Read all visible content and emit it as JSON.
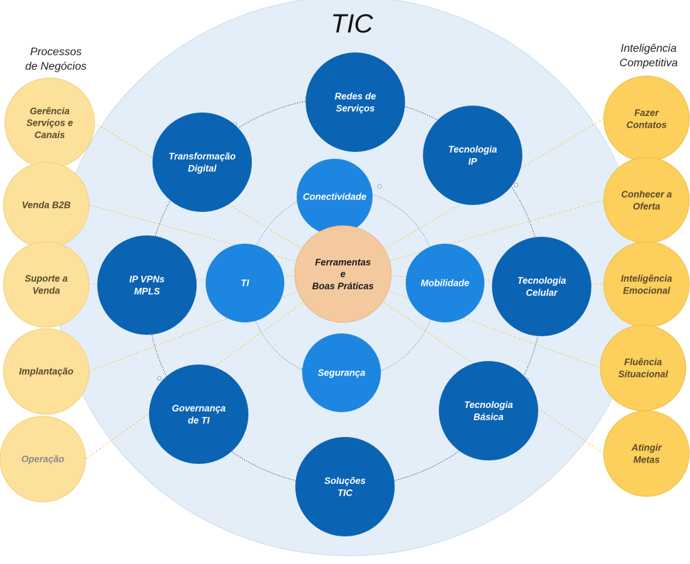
{
  "title": "TIC",
  "groups": {
    "left_label": [
      "Processos",
      "de Negócios"
    ],
    "right_label": [
      "Inteligência",
      "Competitiva"
    ]
  },
  "center": {
    "lines": [
      "Ferramentas",
      "e",
      "Boas Práticas"
    ]
  },
  "inner_ring": [
    {
      "id": "conectividade",
      "lines": [
        "Conectividade"
      ]
    },
    {
      "id": "mobilidade",
      "lines": [
        "Mobilidade"
      ]
    },
    {
      "id": "seguranca",
      "lines": [
        "Segurança"
      ]
    },
    {
      "id": "ti",
      "lines": [
        "TI"
      ]
    }
  ],
  "outer_ring": [
    {
      "id": "redes-de-servicos",
      "lines": [
        "Redes de",
        "Serviços"
      ]
    },
    {
      "id": "tecnologia-ip",
      "lines": [
        "Tecnologia",
        "IP"
      ]
    },
    {
      "id": "tecnologia-celular",
      "lines": [
        "Tecnologia",
        "Celular"
      ]
    },
    {
      "id": "tecnologia-basica",
      "lines": [
        "Tecnologia",
        "Básica"
      ]
    },
    {
      "id": "solucoes-tic",
      "lines": [
        "Soluções",
        "TIC"
      ]
    },
    {
      "id": "governanca-de-ti",
      "lines": [
        "Governança",
        "de TI"
      ]
    },
    {
      "id": "ip-vpns-mpls",
      "lines": [
        "IP VPNs",
        "MPLS"
      ]
    },
    {
      "id": "transformacao-digital",
      "lines": [
        "Transformação",
        "Digital"
      ]
    }
  ],
  "left_items": [
    {
      "id": "gerencia-servicos-canais",
      "lines": [
        "Gerência",
        "Serviços e",
        "Canais"
      ]
    },
    {
      "id": "venda-b2b",
      "lines": [
        "Venda B2B"
      ]
    },
    {
      "id": "suporte-a-venda",
      "lines": [
        "Suporte a",
        "Venda"
      ]
    },
    {
      "id": "implantacao",
      "lines": [
        "Implantação"
      ]
    },
    {
      "id": "operacao",
      "lines": [
        "Operação"
      ]
    }
  ],
  "right_items": [
    {
      "id": "fazer-contatos",
      "lines": [
        "Fazer",
        "Contatos"
      ]
    },
    {
      "id": "conhecer-a-oferta",
      "lines": [
        "Conhecer a",
        "Oferta"
      ]
    },
    {
      "id": "inteligencia-emocional",
      "lines": [
        "Inteligência",
        "Emocional"
      ]
    },
    {
      "id": "fluencia-situacional",
      "lines": [
        "Fluência",
        "Situacional"
      ]
    },
    {
      "id": "atingir-metas",
      "lines": [
        "Atingir",
        "Metas"
      ]
    }
  ],
  "colors": {
    "background_circle": "#e4eef8",
    "outer_node": "#0b63b3",
    "inner_node": "#1d86e0",
    "center_node": "#f4c9a0",
    "left_node": "#fde09a",
    "right_node": "#fdcf5c",
    "dark_text": "#5a4a2a",
    "operacao_text": "#8a8a8a"
  }
}
